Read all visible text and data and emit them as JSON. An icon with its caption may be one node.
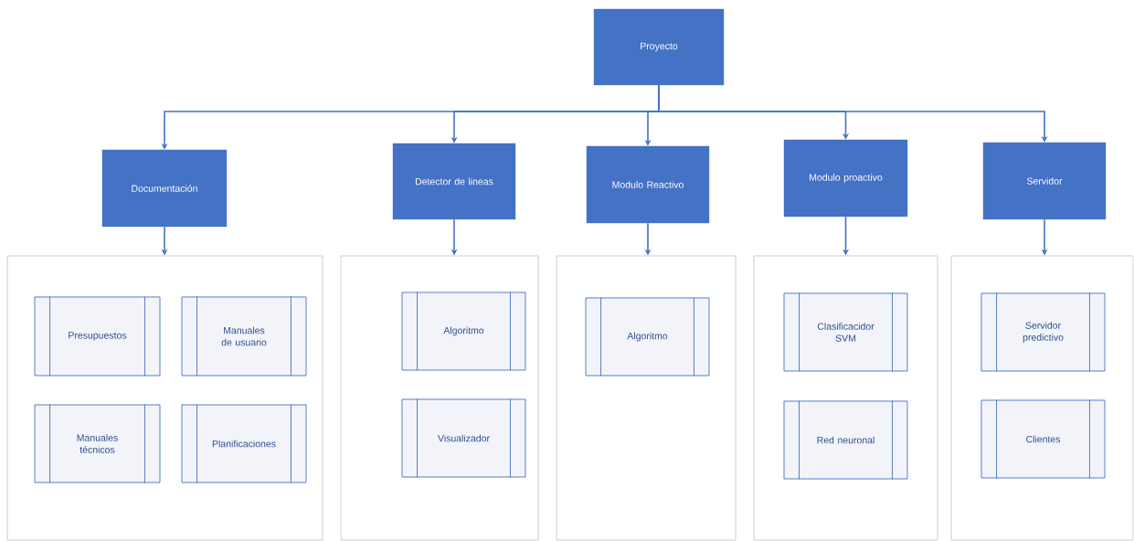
{
  "diagram": {
    "nodes": [
      {
        "text": [
          "Proyecto"
        ]
      },
      {
        "text": [
          "Documentación"
        ]
      },
      {
        "text": [
          "Detector de lineas"
        ]
      },
      {
        "text": [
          "Modulo Reactivo"
        ]
      },
      {
        "text": [
          "Modulo proactivo"
        ]
      },
      {
        "text": [
          "Servidor"
        ]
      },
      {
        "text": [],
        "shape": "box"
      },
      {
        "text": [
          "Presupuestos"
        ],
        "in": 6
      },
      {
        "text": [
          "Manuales de usuario"
        ],
        "in": 6
      },
      {
        "text": [
          "Manuales técnicos"
        ],
        "in": 6
      },
      {
        "text": [
          "Planificaciones"
        ],
        "in": 6
      },
      {
        "text": [],
        "shape": "box"
      },
      {
        "text": [
          "Algoritmo"
        ],
        "in": 11
      },
      {
        "text": [
          "Visualizador"
        ],
        "in": 11
      },
      {
        "text": [],
        "shape": "box"
      },
      {
        "text": [
          "Algoritmo"
        ],
        "in": 14
      },
      {
        "text": [],
        "shape": "box"
      },
      {
        "text": [
          "Clasificacidor SVM"
        ],
        "in": 16
      },
      {
        "text": [
          "Red neuronal"
        ],
        "in": 16
      },
      {
        "text": [],
        "shape": "box"
      },
      {
        "text": [
          "Servidor predictivo"
        ],
        "in": 19
      },
      {
        "text": [
          "Clientes"
        ],
        "in": 19
      }
    ],
    "edges": [
      {
        "from": 0,
        "to": 1,
        "arrow": "to"
      },
      {
        "from": 0,
        "to": 2,
        "arrow": "to"
      },
      {
        "from": 0,
        "to": 3,
        "arrow": "to"
      },
      {
        "from": 0,
        "to": 4,
        "arrow": "to"
      },
      {
        "from": 0,
        "to": 5,
        "arrow": "to"
      },
      {
        "from": 1,
        "to": 6,
        "arrow": "to"
      },
      {
        "from": 2,
        "to": 11,
        "arrow": "to"
      },
      {
        "from": 3,
        "to": 14,
        "arrow": "to"
      },
      {
        "from": 4,
        "to": 16,
        "arrow": "to"
      },
      {
        "from": 5,
        "to": 19,
        "arrow": "to"
      }
    ]
  }
}
